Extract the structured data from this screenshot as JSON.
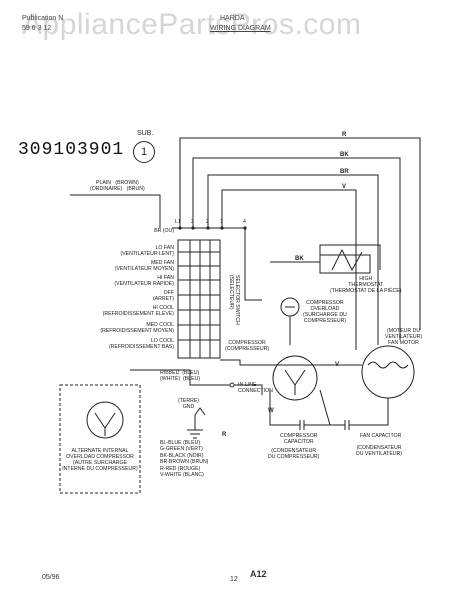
{
  "header": {
    "publication_label": "Publication N",
    "publication_no": "59 6 3 12",
    "brand": "HARDA",
    "diagram_title": "WIRING DIAGRAM",
    "watermark": "AppliancePartsPros.com"
  },
  "part_number": "309103901",
  "sub": {
    "label": "SUB.",
    "number": "1"
  },
  "plain_label": "PLAIN   (BROWN)\n(ORDINAIRE)   (BRUN)",
  "wire_letters": {
    "r": "R",
    "bk": "BK",
    "br": "BR",
    "v": "V",
    "bk2": "BK",
    "w": "W",
    "r2": "R",
    "v2": "V"
  },
  "terminal_labels": [
    "L1",
    "3",
    "2",
    "1",
    "4"
  ],
  "switch_positions": [
    "BR (OU)",
    "LO FAN\n(VENTILATEUR LENT)",
    "MED FAN\n(VENTILATEUR MOYEN)",
    "HI FAN\n(VENTILATEUR RAPIDE)",
    "OFF\n(ARRET)",
    "HI COOL\n(REFROIDISSEMENT ELEVE)",
    "MED COOL\n(REFROIDISSEMENT MOYEN)",
    "LO COOL\n(REFROIDISSEMENT BAS)"
  ],
  "selector_switch": "SELECTOR SWITCH\n(SELECTEUR)",
  "thermostat": "HIGH\nTHERMOSTAT\n(THERMOSTAT DE LA PIÈCE)",
  "compressor_overload": "COMPRESSOR\nOVERLOAD\n(SURCHARGE DU\nCOMPRESSEUR)",
  "fan_motor": "(MOTEUR DU\nVENTILATEUR)\nFAN MOTOR",
  "compressor": "COMPRESSOR\n(COMPRESSEUR)",
  "ribbed_label": "RIBBED  (BLEU)\n(WHITE)  (BLEU)",
  "in_line": "IN-LINE\nCONNECTION",
  "ground": "(TERRE)\nGND",
  "compressor_capacitor": "COMPRESSOR\nCAPACITOR",
  "compressor_capacitor_fr": "(CONDENSATEUR\nDU COMPRESSEUR)",
  "fan_capacitor": "FAN CAPACITOR",
  "fan_capacitor_fr": "(CONDENSATEUR\nDU VENTILATEUR)",
  "alternate_internal": "ALTERNATE INTERNAL\nOVERLOAD COMPRESSOR\n(AUTRE SURCHARGE\nINTERNE DU COMPRESSEUR)",
  "legend": [
    "BL-BLUE (BLEU)",
    "G-GREEN (VERT)",
    "BK-BLACK (NOIR)",
    "BR-BROWN (BRUN)",
    "R-RED (ROUGE)",
    "V-WHITE (BLANC)"
  ],
  "footer": {
    "date": "05/96",
    "page": "12",
    "code": "A12"
  }
}
